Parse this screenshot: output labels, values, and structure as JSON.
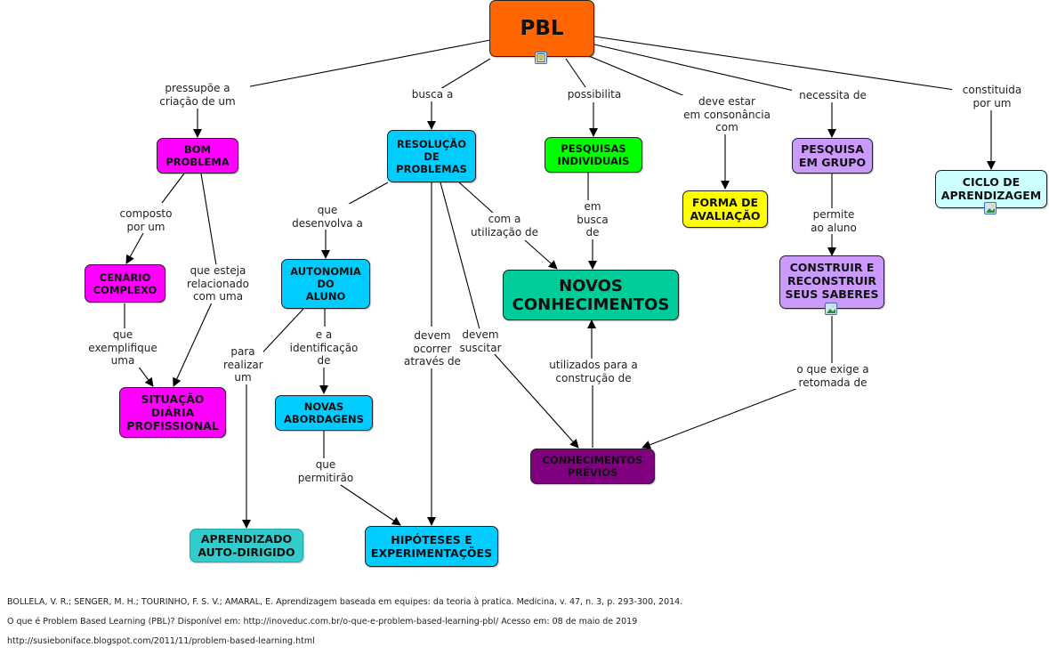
{
  "map_title": "PBL",
  "nodes": {
    "pbl": {
      "text": "PBL",
      "color": "#ff6600"
    },
    "bom_problema": {
      "text": "BOM\nPROBLEMA",
      "color": "#ff00ff"
    },
    "resolucao": {
      "text": "RESOLUÇÃO\nDE\nPROBLEMAS",
      "color": "#00ccff"
    },
    "pesq_ind": {
      "text": "PESQUISAS\nINDIVIDUAIS",
      "color": "#00ff00"
    },
    "forma_aval": {
      "text": "FORMA DE\nAVALIAÇÃO",
      "color": "#ffff00"
    },
    "pesq_grupo": {
      "text": "PESQUISA\nEM GRUPO",
      "color": "#cc99ff"
    },
    "ciclo": {
      "text": "CICLO DE\nAPRENDIZAGEM",
      "color": "#ccffff"
    },
    "cenario": {
      "text": "CENÁRIO\nCOMPLEXO",
      "color": "#ff00ff"
    },
    "autonomia": {
      "text": "AUTONOMIA\nDO\nALUNO",
      "color": "#00ccff"
    },
    "novos_conh": {
      "text": "NOVOS\nCONHECIMENTOS",
      "color": "#00cc99"
    },
    "construir": {
      "text": "CONSTRUIR E\nRECONSTRUIR\nSEUS SABERES",
      "color": "#cc99ff"
    },
    "situacao": {
      "text": "SITUAÇÃO\nDIÁRIA\nPROFISSIONAL",
      "color": "#ff00ff"
    },
    "novas_abord": {
      "text": "NOVAS\nABORDAGENS",
      "color": "#00ccff"
    },
    "conh_previos": {
      "text": "CONHECIMENTOS\nPRÉVIOS",
      "color": "#800080"
    },
    "aprendizado": {
      "text": "APRENDIZADO\nAUTO-DIRIGIDO",
      "color": "#33cccc"
    },
    "hipoteses": {
      "text": "HIPÓTESES E\nEXPERIMENTAÇÕES",
      "color": "#00ccff"
    }
  },
  "link_labels": {
    "pressupoe": "pressupõe a\ncriação de um",
    "busca": "busca a",
    "possibilita": "possibilita",
    "deve_estar": "deve estar\nem consonância\ncom",
    "necessita": "necessita de",
    "constituida": "constituida\npor um",
    "composto": "composto\npor um",
    "que_esteja": "que esteja\nrelacionado\ncom uma",
    "que_desenvolva": "que\ndesenvolva a",
    "com_a_util": "com a\nutilização de",
    "em_busca": "em\nbusca\nde",
    "permite": "permite\nao aluno",
    "que_exemplifique": "que\nexemplifique\numa",
    "para_realizar": "para\nrealizar\num",
    "e_a_ident": "e a\nidentificação\nde",
    "devem_ocorrer": "devem\nocorrer\natravés de",
    "devem_suscitar": "devem\nsuscitar",
    "utilizados": "utilizados para a\nconstrução de",
    "o_que_exige": "o que exige a\nretomada de",
    "que_permitirao": "que\npermitirão"
  },
  "references": [
    "BOLLELA, V. R.; SENGER, M. H.; TOURINHO, F. S. V.; AMARAL, E. Aprendizagem baseada em equipes: da teoria à pratica. Medicina, v. 47, n. 3, p. 293-300, 2014.",
    "O que é Problem Based Learning (PBL)? Disponível em: http://inoveduc.com.br/o-que-e-problem-based-learning-pbl/ Acesso em: 08 de maio de 2019",
    "http://susieboniface.blogspot.com/2011/11/problem-based-learning.html"
  ]
}
